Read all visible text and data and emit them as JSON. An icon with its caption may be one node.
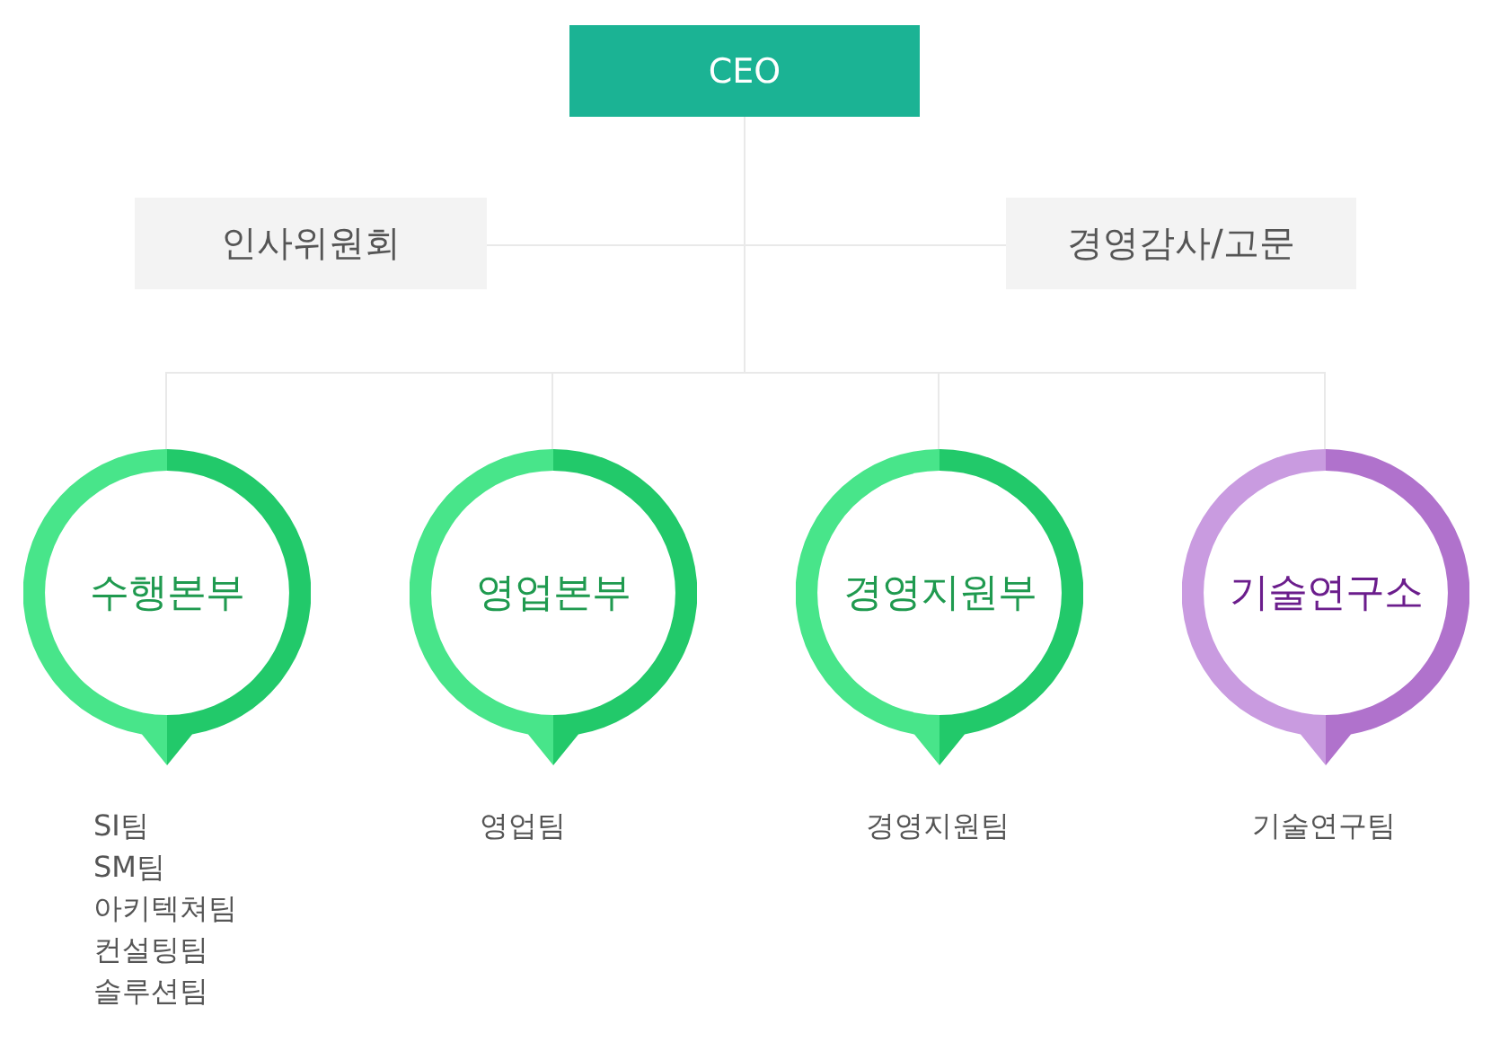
{
  "diagram": {
    "nodes": [
      {
        "text": [
          "CEO"
        ]
      },
      {
        "text": [
          "인사위원회"
        ]
      },
      {
        "text": [
          "경영감사/고문"
        ]
      },
      {
        "text": [
          "수행본부"
        ],
        "beside": [
          "SI팀",
          "SM팀",
          "아키텍쳐팀",
          "컨설팅팀",
          "솔루션팀"
        ]
      },
      {
        "text": [
          "영업본부"
        ],
        "beside": [
          "영업팀"
        ]
      },
      {
        "text": [
          "경영지원부"
        ],
        "beside": [
          "경영지원팀"
        ]
      },
      {
        "text": [
          "기술연구소"
        ],
        "beside": [
          "기술연구팀"
        ]
      }
    ],
    "edges": [
      {
        "from": 0,
        "to": 1,
        "arrow": "none"
      },
      {
        "from": 0,
        "to": 2,
        "arrow": "none"
      },
      {
        "from": 0,
        "to": 3,
        "arrow": "none"
      },
      {
        "from": 0,
        "to": 4,
        "arrow": "none"
      },
      {
        "from": 0,
        "to": 5,
        "arrow": "none"
      },
      {
        "from": 0,
        "to": 6,
        "arrow": "none"
      }
    ]
  }
}
